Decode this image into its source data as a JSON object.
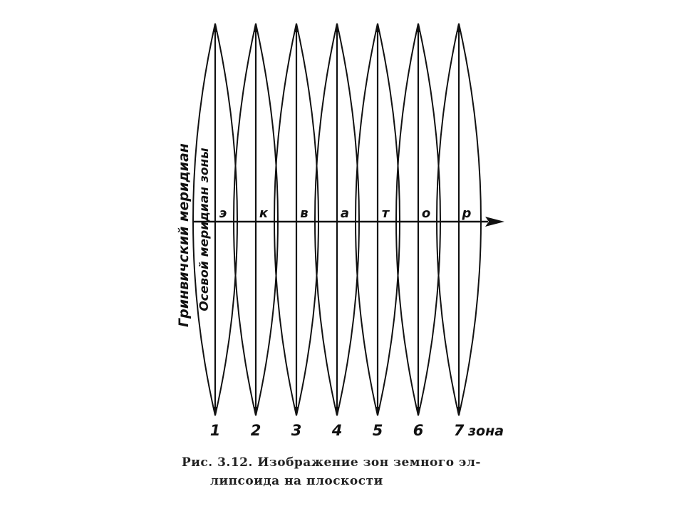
{
  "figure": {
    "zones": [
      "1",
      "2",
      "3",
      "4",
      "5",
      "6",
      "7"
    ],
    "zone_word": "зона",
    "equator_letters": [
      "э",
      "к",
      "в",
      "а",
      "т",
      "о",
      "р"
    ],
    "greenwich_label": "Гринвичский меридиан",
    "axial_label": "Осевой меридиан зоны"
  },
  "caption": {
    "prefix": "Рис. 3.12.",
    "line1": "Изображение зон земного эл-",
    "line2": "липсоида на плоскости"
  },
  "colors": {
    "ink": "#111111",
    "paper": "#ffffff"
  }
}
